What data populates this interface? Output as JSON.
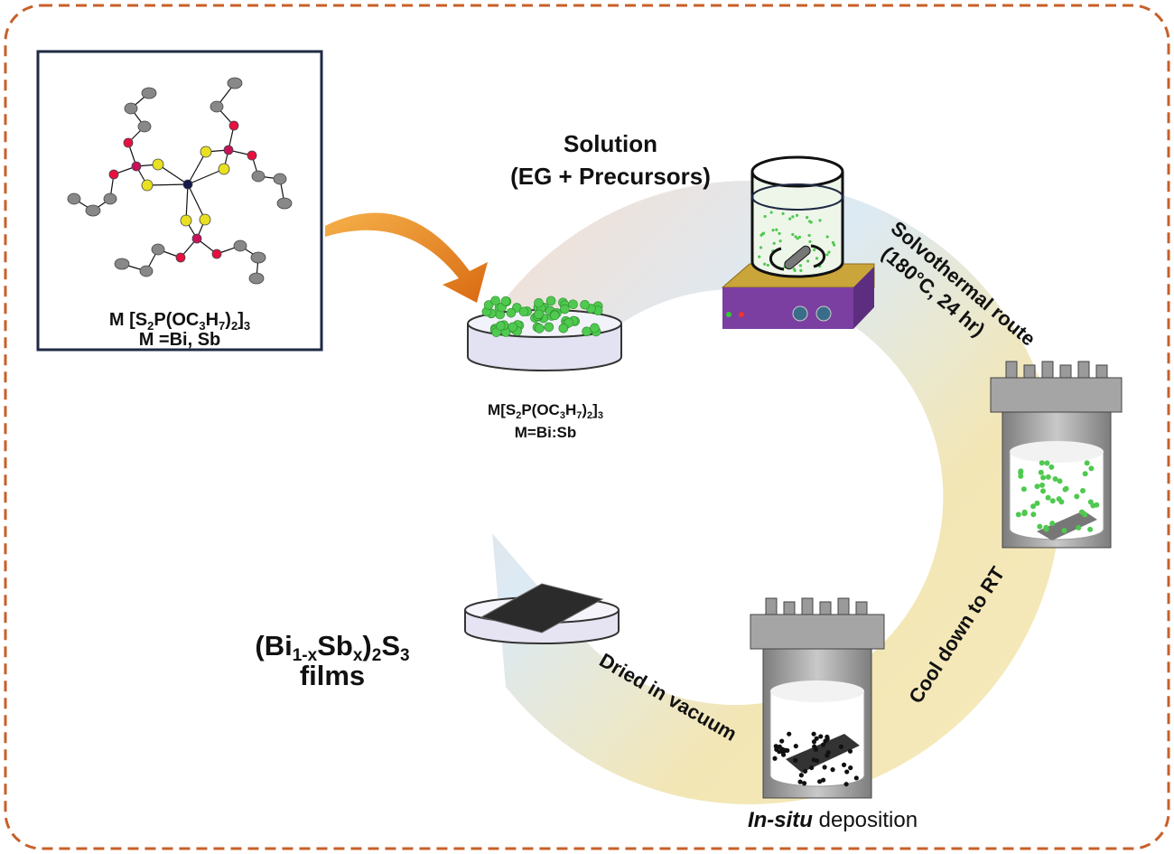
{
  "molecule_box": {
    "formula_prefix": "M [S",
    "formula_sub1": "2",
    "formula_mid1": "P(OC",
    "formula_sub2": "3",
    "formula_mid2": "H",
    "formula_sub3": "7",
    "formula_mid3": ")",
    "formula_sub4": "2",
    "formula_mid4": "]",
    "formula_sub5": "3",
    "metals": "M =Bi, Sb"
  },
  "dish_label": {
    "prefix": "M[S",
    "sub1": "2",
    "mid1": "P(OC",
    "sub2": "3",
    "mid2": "H",
    "sub3": "7",
    "mid3": ")",
    "sub4": "2",
    "mid4": "]",
    "sub5": "3",
    "metals": "M=Bi:Sb"
  },
  "solution_label": {
    "line1": "Solution",
    "line2": "(EG + Precursors)"
  },
  "solvothermal_label": {
    "line1": "Solvothermal route",
    "line2": "(180°C, 24 hr)"
  },
  "cool_label": "Cool down to RT",
  "deposition_label": {
    "italic": "In-situ",
    "rest": " deposition"
  },
  "dried_label": "Dried in vacuum",
  "films_label": {
    "p1": "(Bi",
    "s1": "1-x",
    "p2": "Sb",
    "s2": "x",
    "p3": ")",
    "s3": "2",
    "p4": "S",
    "s4": "3",
    "line2": "films"
  },
  "colors": {
    "border": "#c8602a",
    "box_border": "#1f2a44",
    "arrow": "#e8891d",
    "hotplate": "#7a3fa0",
    "particle": "#4fc94f"
  }
}
